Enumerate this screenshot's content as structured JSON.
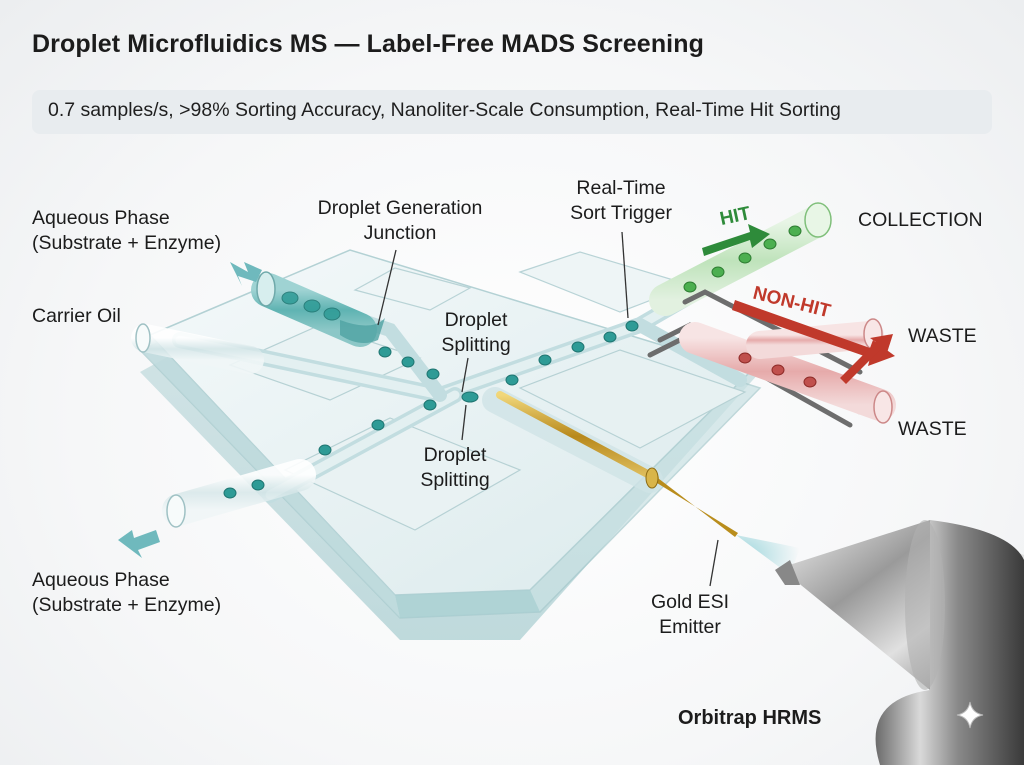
{
  "title": "Droplet Microfluidics MS — Label-Free MADS Screening",
  "subtitle": "0.7 samples/s, >98% Sorting Accuracy, Nanoliter-Scale Consumption, Real-Time Hit Sorting",
  "labels": {
    "aqueous_top": [
      "Aqueous Phase",
      "(Substrate + Enzyme)"
    ],
    "aqueous_bottom": [
      "Aqueous Phase",
      "(Substrate + Enzyme)"
    ],
    "carrier_oil": "Carrier Oil",
    "generation_junction": [
      "Droplet Generation",
      "Junction"
    ],
    "splitting_upper": [
      "Droplet",
      "Splitting"
    ],
    "splitting_lower": [
      "Droplet",
      "Splitting"
    ],
    "sort_trigger": [
      "Real-Time",
      "Sort Trigger"
    ],
    "hit": "HIT",
    "non_hit": "NON-HIT",
    "collection": "COLLECTION",
    "waste_upper": "WASTE",
    "waste_lower": "WASTE",
    "esi_emitter": [
      "Gold ESI",
      "Emitter"
    ],
    "orbitrap": "Orbitrap HRMS"
  },
  "colors": {
    "hit": "#2e8b3a",
    "non_hit": "#c0392b",
    "droplet": "#2e9b96",
    "aqueous_inlet_arrow": "#6fb9bd",
    "emitter_gold": "#c9a227"
  },
  "icons": [
    "inlet-arrow-icon",
    "sparkle-icon"
  ]
}
